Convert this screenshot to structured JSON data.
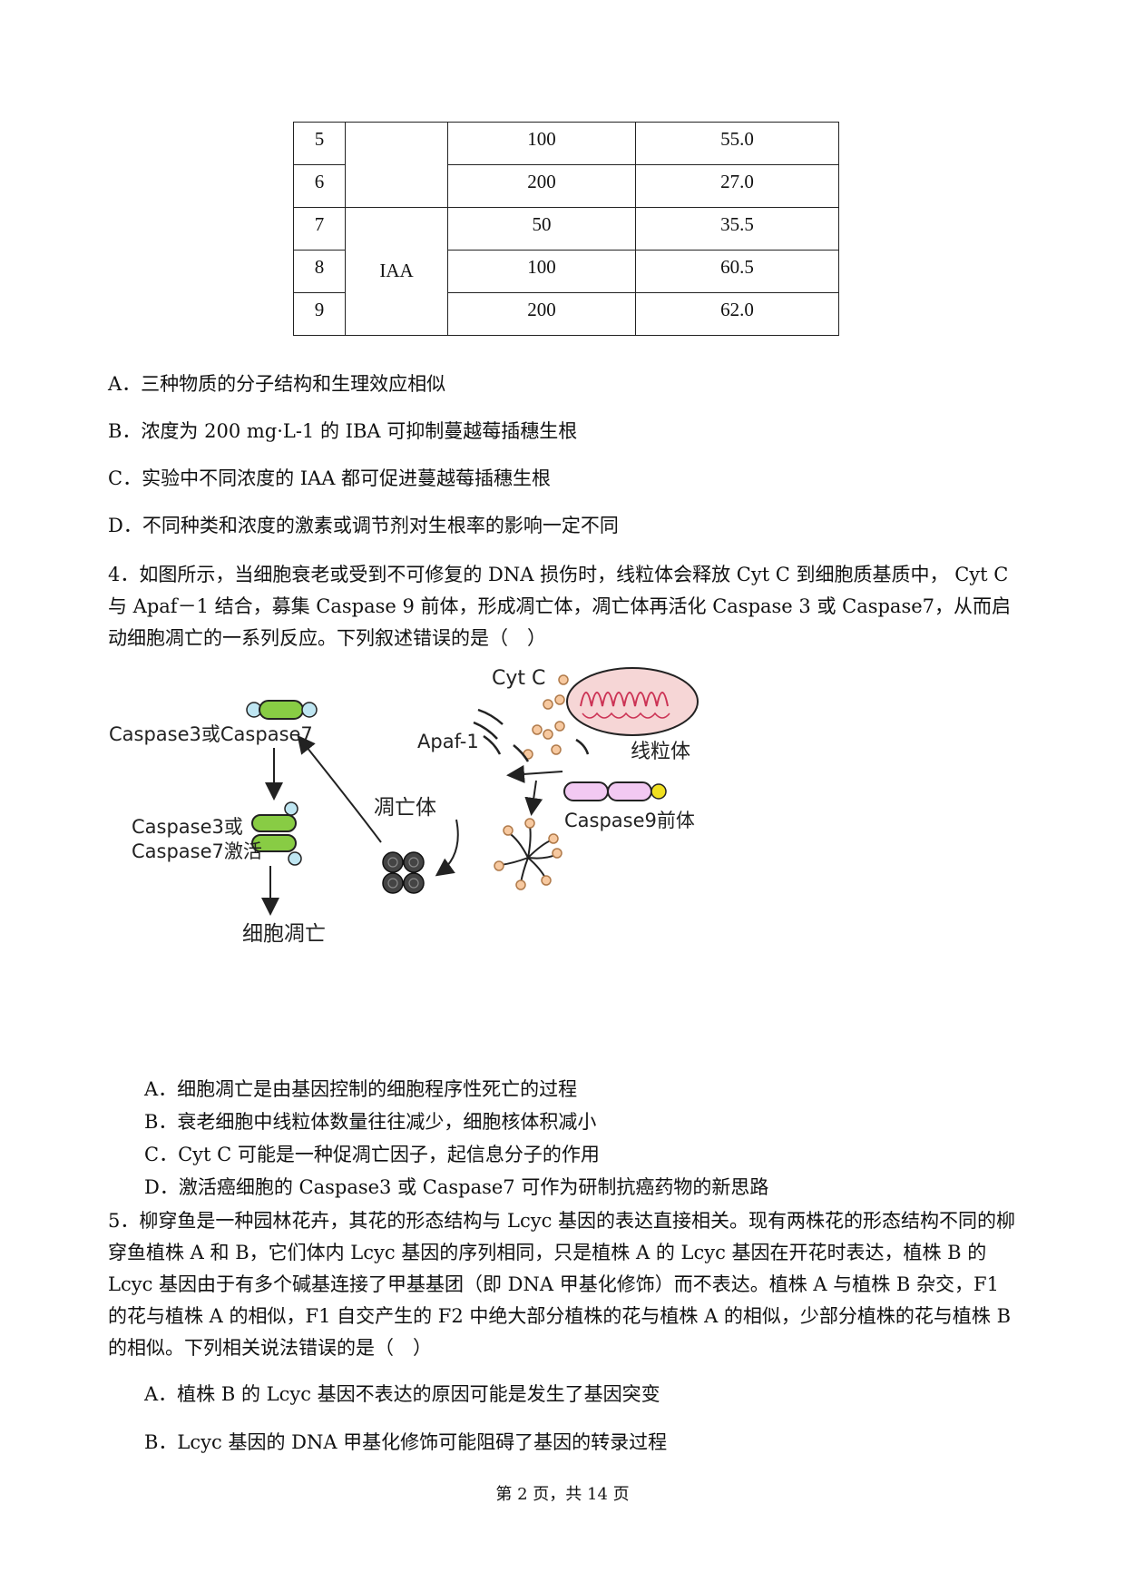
{
  "table": {
    "rows": [
      {
        "num": "5",
        "conc": "100",
        "rate": "55.0"
      },
      {
        "num": "6",
        "conc": "200",
        "rate": "27.0"
      },
      {
        "num": "7",
        "conc": "50",
        "rate": "35.5"
      },
      {
        "num": "8",
        "conc": "100",
        "rate": "60.5"
      },
      {
        "num": "9",
        "conc": "200",
        "rate": "62.0"
      }
    ],
    "group_iaa": "IAA"
  },
  "q3": {
    "options": [
      "A．三种物质的分子结构和生理效应相似",
      "B．浓度为 200 mg·L-1 的 IBA 可抑制蔓越莓插穗生根",
      "C．实验中不同浓度的 IAA 都可促进蔓越莓插穗生根",
      "D．不同种类和浓度的激素或调节剂对生根率的影响一定不同"
    ]
  },
  "q4": {
    "stem": "4．如图所示，当细胞衰老或受到不可修复的 DNA 损伤时，线粒体会释放 Cyt C 到细胞质基质中， Cyt C 与 Apaf－1 结合，募集 Caspase 9 前体，形成凋亡体，凋亡体再活化 Caspase 3 或 Caspase7，从而启动细胞凋亡的一系列反应。下列叙述错误的是（　）",
    "figure": {
      "cytc": "Cyt C",
      "apaf": "Apaf-1",
      "mito": "线粒体",
      "caspase_top": "Caspase3或Caspase7",
      "apoptosome": "凋亡体",
      "caspase9": "Caspase9前体",
      "activated_1": "Caspase3或",
      "activated_2": "Caspase7激活",
      "apoptosis": "细胞凋亡"
    },
    "options": [
      "A．细胞凋亡是由基因控制的细胞程序性死亡的过程",
      "B．衰老细胞中线粒体数量往往减少，细胞核体积减小",
      "C．Cyt C 可能是一种促凋亡因子，起信息分子的作用",
      "D．激活癌细胞的 Caspase3 或 Caspase7 可作为研制抗癌药物的新思路"
    ]
  },
  "q5": {
    "stem": "5．柳穿鱼是一种园林花卉，其花的形态结构与 Lcyc 基因的表达直接相关。现有两株花的形态结构不同的柳穿鱼植株 A 和 B，它们体内 Lcyc 基因的序列相同，只是植株 A 的 Lcyc 基因在开花时表达，植株 B 的 Lcyc 基因由于有多个碱基连接了甲基基团（即 DNA 甲基化修饰）而不表达。植株 A 与植株 B 杂交，F1 的花与植株 A 的相似，F1 自交产生的 F2 中绝大部分植株的花与植株 A 的相似，少部分植株的花与植株 B 的相似。下列相关说法错误的是（　）",
    "options": [
      "A．植株 B 的 Lcyc 基因不表达的原因可能是发生了基因突变",
      "B．Lcyc 基因的 DNA 甲基化修饰可能阻碍了基因的转录过程"
    ]
  },
  "footer": "第 2 页，共 14 页"
}
